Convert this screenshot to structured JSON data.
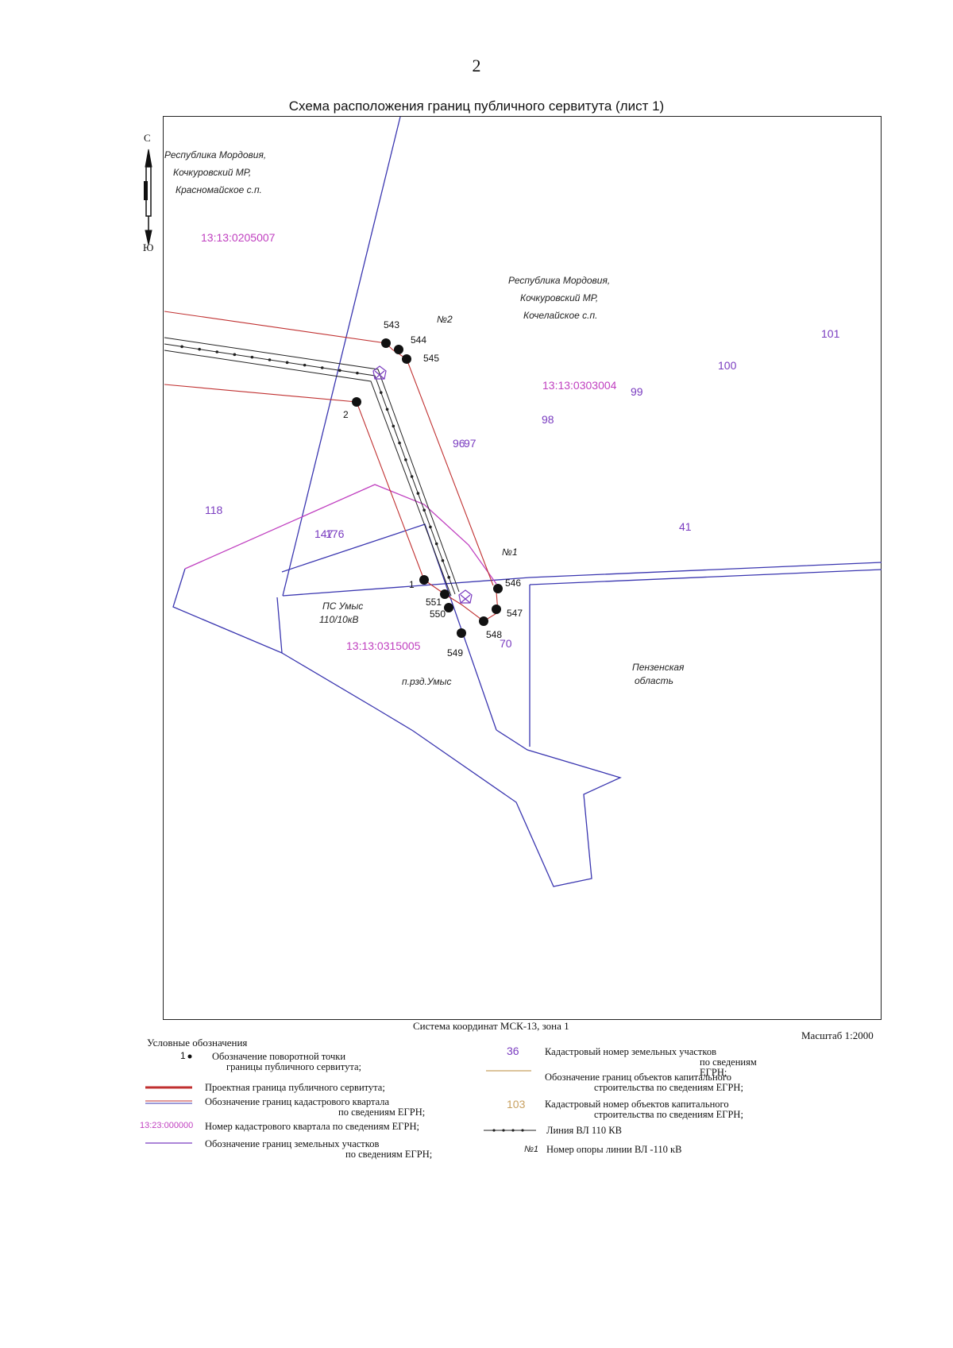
{
  "page_number": "2",
  "title": "Схема расположения границ публичного сервитута (лист 1)",
  "compass": {
    "north": "С",
    "south": "Ю",
    "icon": "north-arrow-icon"
  },
  "regions": {
    "krasnomaiskoe": [
      "Республика Мордовия,",
      "Кочкуровский МР,",
      "Красномайское с.п."
    ],
    "kochelaiskoe": [
      "Республика Мордовия,",
      "Кочкуровский МР,",
      "Кочелайское с.п."
    ],
    "penza": [
      "Пензенская",
      "область"
    ],
    "substation": [
      "ПС Умыс",
      "110/10кВ"
    ],
    "settlement": "п.рзд.Умыс"
  },
  "quarters": [
    "13:13:0205007",
    "13:13:0303004",
    "13:13:0315005"
  ],
  "parcels": [
    "101",
    "100",
    "99",
    "98",
    "97",
    "96",
    "118",
    "176",
    "147",
    "41",
    "70"
  ],
  "turning_points": [
    "543",
    "544",
    "545",
    "2",
    "1",
    "546",
    "547",
    "548",
    "549",
    "550",
    "551"
  ],
  "supports": [
    "№2",
    "№1"
  ],
  "footer": {
    "coord_system": "Система координат МСК-13, зона 1",
    "scale": "Масштаб 1:2000"
  },
  "legend": {
    "title": "Условные обозначения",
    "point_sample": "1",
    "quarter_sample": "13:23:000000",
    "parcel_sample": "36",
    "building_sample": "103",
    "support_sample": "№1",
    "items": {
      "point": [
        "Обозначение поворотной точки",
        "границы публичного сервитута;"
      ],
      "easement": "Проектная граница публичного сервитута;",
      "quarter_border": [
        "Обозначение границ кадастрового квартала",
        "по сведениям ЕГРН;"
      ],
      "quarter_number": "Номер кадастрового квартала по сведениям ЕГРН;",
      "parcel_border": [
        "Обозначение границ земельных участков",
        "по сведениям ЕГРН;"
      ],
      "parcel_number": [
        "Кадастровый номер земельных участков",
        "по сведениям ЕГРН;"
      ],
      "building_border": [
        "Обозначение границ объектов капитального",
        "строительства по сведениям ЕГРН;"
      ],
      "building_number": [
        "Кадастровый номер объектов капитального",
        "строительства по сведениям ЕГРН;"
      ],
      "power_line": "Линия ВЛ 110 КВ",
      "support_number": "Номер опоры линии ВЛ -110 кВ"
    }
  },
  "colors": {
    "quarter_border": "#3a36b0",
    "easement": "#c03030",
    "quarter_label": "#c040c0",
    "parcel_border": "#c040c0",
    "parcel_label": "#7a3cc0",
    "building": "#c8a060",
    "power_line": "#222222"
  }
}
